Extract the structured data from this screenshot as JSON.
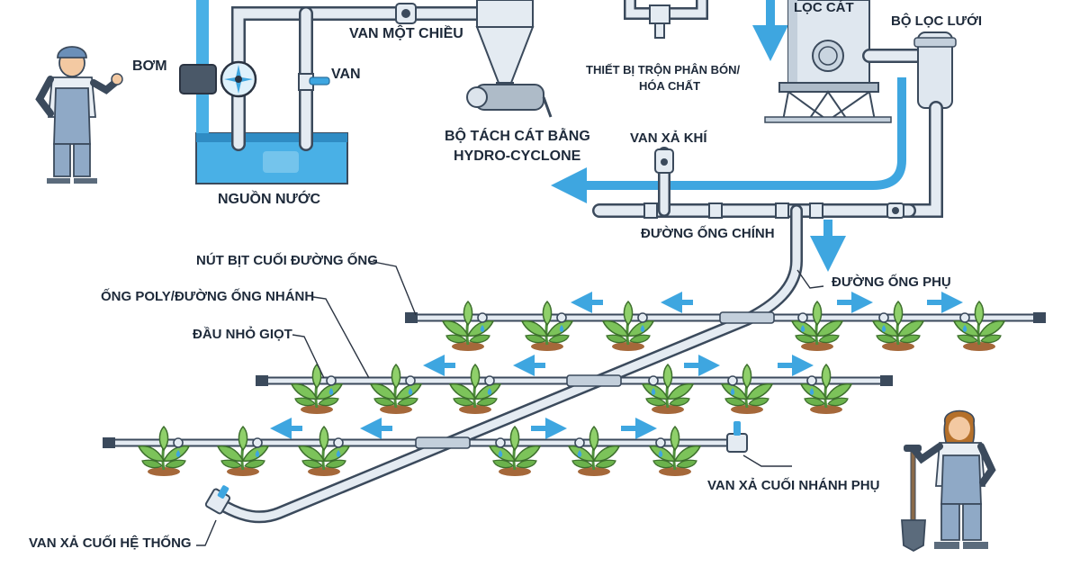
{
  "labels": {
    "bom": "BƠM",
    "van": "VAN",
    "van_mot_chieu": "VAN MỘT CHIỀU",
    "nguon_nuoc": "NGUỒN NƯỚC",
    "hydro_cyclone_1": "BỘ TÁCH CÁT BẰNG",
    "hydro_cyclone_2": "HYDRO-CYCLONE",
    "thiet_bi_tron_1": "THIẾT BỊ TRỘN PHÂN BÓN/",
    "thiet_bi_tron_2": "HÓA CHẤT",
    "loc_cat": "LỌC CÁT",
    "bo_loc_luoi": "BỘ LỌC LƯỚI",
    "van_xa_khi": "VAN XẢ KHÍ",
    "duong_ong_chinh": "ĐƯỜNG ỐNG CHÍNH",
    "duong_ong_phu": "ĐƯỜNG ỐNG PHỤ",
    "nut_bit": "NÚT BỊT CUỐI ĐƯỜNG ỐNG",
    "ong_poly": "ỐNG POLY/ĐƯỜNG ỐNG NHÁNH",
    "dau_nho_giot": "ĐẦU NHỎ GIỌT",
    "van_xa_cuoi_nhanh_phu": "VAN XẢ CUỐI NHÁNH PHỤ",
    "van_xa_cuoi_he_thong": "VAN XẢ CUỐI HỆ THỐNG"
  },
  "colors": {
    "water": "#3ea6e0",
    "pipe_outline": "#3b4a5c",
    "pipe_fill": "#e4ebf2",
    "leaf": "#7cc35a",
    "leaf_dark": "#4e8f3a",
    "soil": "#a5683a"
  },
  "icons": [
    "pump-icon",
    "valve-icon",
    "check-valve-icon",
    "cyclone-icon",
    "sand-filter-icon",
    "mesh-filter-icon",
    "air-release-valve-icon",
    "end-cap-icon",
    "dripper-icon",
    "plant-icon",
    "farmer-icon",
    "gardener-icon",
    "shovel-icon"
  ]
}
